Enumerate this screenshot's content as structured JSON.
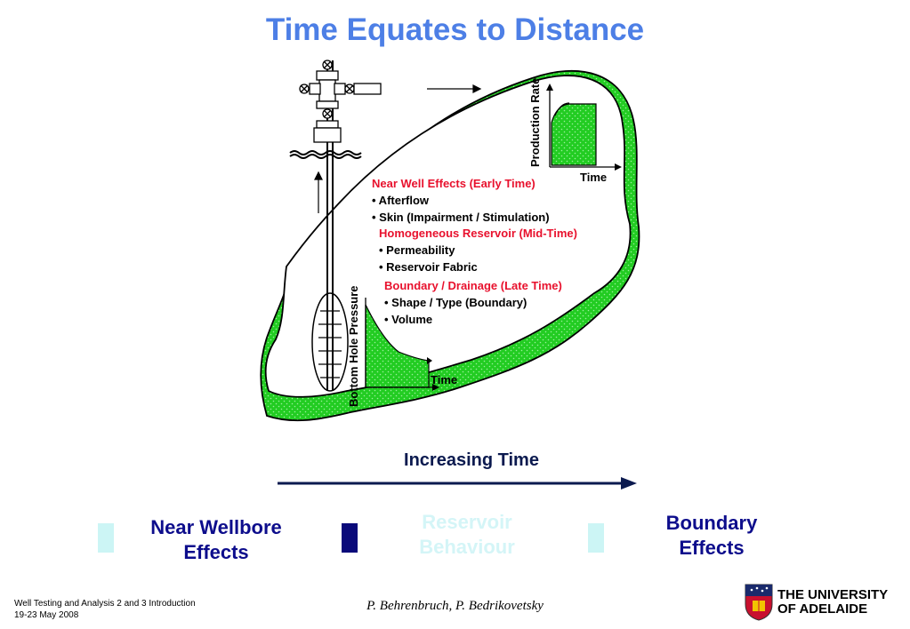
{
  "title": "Time Equates to Distance",
  "plots": {
    "production": {
      "ylabel": "Production Rate",
      "xlabel": "Time"
    },
    "pressure": {
      "ylabel": "Bottom Hole Pressure",
      "xlabel": "Time"
    }
  },
  "effects": {
    "near_well_title": "Near Well Effects (Early Time)",
    "near_well_items": [
      "• Afterflow",
      "• Skin (Impairment / Stimulation)"
    ],
    "homogeneous_title": "Homogeneous Reservoir (Mid-Time)",
    "homogeneous_items": [
      "• Permeability",
      "• Reservoir Fabric"
    ],
    "boundary_title": "Boundary / Drainage (Late Time)",
    "boundary_items": [
      "• Shape / Type (Boundary)",
      "• Volume"
    ]
  },
  "increasing_time": "Increasing Time",
  "phases": [
    {
      "label_line1": "Near Wellbore",
      "label_line2": "Effects",
      "marker_color": "#ccf5f5",
      "text_color": "#0d0d8c"
    },
    {
      "label_line1": "Reservoir",
      "label_line2": "Behaviour",
      "marker_color": "#0a0a7a",
      "text_color": "#d4f5f7"
    },
    {
      "label_line1": "Boundary",
      "label_line2": "Effects",
      "marker_color": "#ccf5f5",
      "text_color": "#0d0d8c"
    }
  ],
  "footer": {
    "course": "Well Testing and Analysis 2 and 3 Introduction",
    "dates": "19-23 May 2008",
    "authors": "P. Behrenbruch, P. Bedrikovetsky",
    "university_line1": "THE UNIVERSITY",
    "university_line2": "OF ADELAIDE"
  },
  "colors": {
    "title": "#4d7fe6",
    "fill_green": "#22cc22",
    "navy": "#0b1a4f",
    "red_heading": "#e8112d"
  }
}
